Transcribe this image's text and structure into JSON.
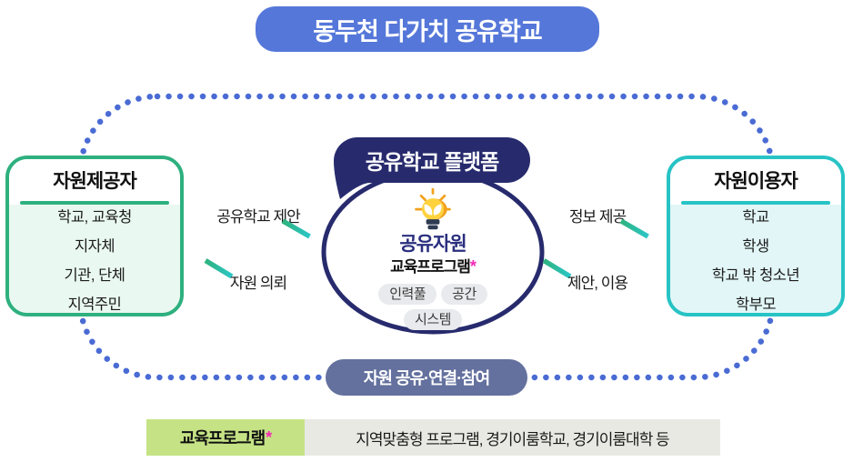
{
  "palette": {
    "banner_blue": "#5577d9",
    "navy": "#272b6d",
    "dot_blue": "#4a6bd4",
    "provider_green": "#2eb07f",
    "provider_bg": "#e9f8f0",
    "user_teal": "#27c3c5",
    "user_bg": "#e2f6f7",
    "arrow_green": "#2eb37d",
    "arrow_teal": "#2cc6c8",
    "badge_slate": "#64719e",
    "legend_green": "#c5e385",
    "legend_gray": "#e9e9e3",
    "asterisk_magenta": "#f327b4"
  },
  "banner": {
    "title": "동두천 다가치 공유학교"
  },
  "provider_box": {
    "title": "자원제공자",
    "items": [
      "학교, 교육청",
      "지자체",
      "기관, 단체",
      "지역주민"
    ]
  },
  "user_box": {
    "title": "자원이용자",
    "items": [
      "학교",
      "학생",
      "학교 밖 청소년",
      "학부모"
    ]
  },
  "platform": {
    "bubble_label": "공유학교 플랫폼",
    "icon": "lightbulb-icon",
    "heading": "공유자원",
    "program_label": "교육프로그램",
    "program_asterisk": "*",
    "chips": [
      "인력풀",
      "공간",
      "시스템"
    ]
  },
  "left_flow": {
    "to_platform": "공유학교 제안",
    "to_provider": "자원 의뢰"
  },
  "right_flow": {
    "to_user": "정보 제공",
    "to_platform": "제안, 이용"
  },
  "bottom_badge": {
    "label": "자원 공유·연결·참여"
  },
  "legend": {
    "term": "교육프로그램",
    "asterisk": "*",
    "description": "지역맞춤형 프로그램, 경기이룸학교, 경기이룸대학 등"
  }
}
